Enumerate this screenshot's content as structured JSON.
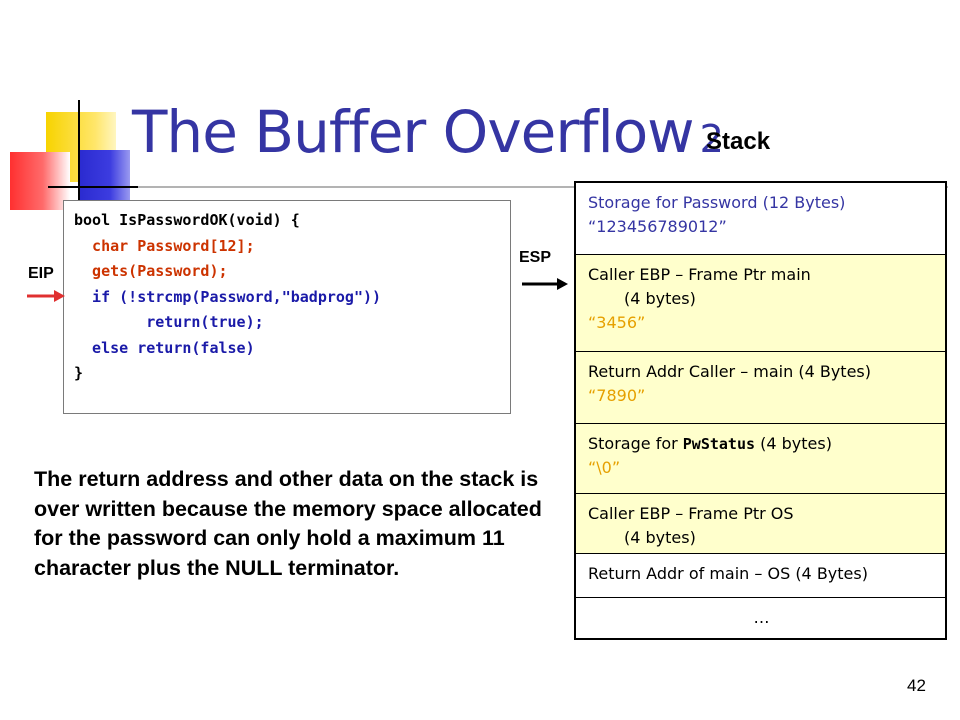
{
  "slide": {
    "title": "The Buffer Overflow",
    "title_number": "2",
    "stack_label": "Stack",
    "page_number": "42"
  },
  "code": {
    "lines": [
      "bool IsPasswordOK(void) {",
      "  char Password[12];",
      "",
      "  gets(Password);",
      "  if (!strcmp(Password,\"badprog\"))",
      "        return(true);",
      "  else return(false)",
      "}"
    ]
  },
  "pointers": {
    "eip": "EIP",
    "esp": "ESP"
  },
  "stack": {
    "rows": [
      {
        "label": "Storage for Password (12 Bytes)",
        "value": "“123456789012”"
      },
      {
        "label": "Caller EBP – Frame Ptr main",
        "label2": "(4 bytes)",
        "value": "“3456”"
      },
      {
        "label": "Return Addr Caller – main (4 Bytes)",
        "value": "“7890”"
      },
      {
        "label_pre": "Storage for ",
        "label_code": "PwStatus",
        "label_post": " (4 bytes)",
        "value": "“\\0”"
      },
      {
        "label": "Caller EBP – Frame Ptr OS",
        "label2": "(4 bytes)"
      },
      {
        "label": "Return Addr of main – OS (4 Bytes)"
      },
      {
        "label": "…"
      }
    ]
  },
  "description": "The return address and other data on the stack is over written because the memory space allocated for the password can only hold a maximum 11 character plus the NULL terminator.",
  "colors": {
    "title": "#3535a3",
    "code_red": "#cc3300",
    "code_blue": "#1a1aa8",
    "stack_yellow_bg": "#ffffcc",
    "value_orange": "#e6a000",
    "arrow_red": "#e03030"
  },
  "icons": {
    "eip_arrow": "red-arrow-right-icon",
    "esp_arrow": "black-arrow-right-icon"
  }
}
